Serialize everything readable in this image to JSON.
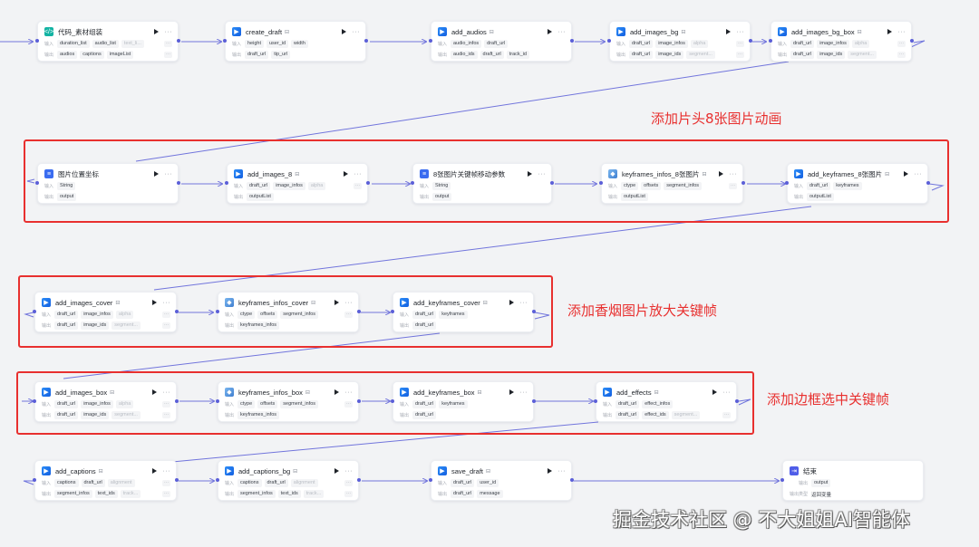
{
  "labels": {
    "input": "输入",
    "output": "输出",
    "output_type": "输出类型"
  },
  "nodes": {
    "n1": {
      "title": "代码_素材组装",
      "icon": "code-icon",
      "inputs": [
        "duration_list",
        "audio_list",
        "text_li..."
      ],
      "outputs": [
        "audios",
        "captions",
        "imageList"
      ]
    },
    "n2": {
      "title": "create_draft",
      "icon": "plugin-icon",
      "inputs": [
        "height",
        "user_id",
        "width"
      ],
      "outputs": [
        "draft_url",
        "tip_url"
      ]
    },
    "n3": {
      "title": "add_audios",
      "icon": "plugin-icon",
      "inputs": [
        "audio_infos",
        "draft_url"
      ],
      "outputs": [
        "audio_ids",
        "draft_url",
        "track_id"
      ]
    },
    "n4": {
      "title": "add_images_bg",
      "icon": "plugin-icon",
      "inputs": [
        "draft_url",
        "image_infos",
        "alpha"
      ],
      "outputs": [
        "draft_url",
        "image_ids",
        "segment..."
      ]
    },
    "n5": {
      "title": "add_images_bg_box",
      "icon": "plugin-icon",
      "inputs": [
        "draft_url",
        "image_infos",
        "alpha"
      ],
      "outputs": [
        "draft_url",
        "image_ids",
        "segment..."
      ]
    },
    "n6": {
      "title": "图片位置坐标",
      "icon": "text-icon",
      "inputs": [
        "String"
      ],
      "outputs": [
        "output"
      ]
    },
    "n7": {
      "title": "add_images_8",
      "icon": "plugin-icon",
      "inputs": [
        "draft_url",
        "image_infos",
        "alpha"
      ],
      "outputs": [
        "outputList"
      ]
    },
    "n8": {
      "title": "8张图片关键帧移动参数",
      "icon": "text-icon",
      "inputs": [
        "String"
      ],
      "outputs": [
        "output"
      ]
    },
    "n9": {
      "title": "keyframes_infos_8张图片",
      "icon": "keyframe-icon",
      "inputs": [
        "ctype",
        "offsets",
        "segment_infos"
      ],
      "outputs": [
        "outputList"
      ]
    },
    "n10": {
      "title": "add_keyframes_8张图片",
      "icon": "plugin-icon",
      "inputs": [
        "draft_url",
        "keyframes"
      ],
      "outputs": [
        "outputList"
      ]
    },
    "n11": {
      "title": "add_images_cover",
      "icon": "plugin-icon",
      "inputs": [
        "draft_url",
        "image_infos",
        "alpha"
      ],
      "outputs": [
        "draft_url",
        "image_ids",
        "segment..."
      ]
    },
    "n12": {
      "title": "keyframes_infos_cover",
      "icon": "keyframe-icon",
      "inputs": [
        "ctype",
        "offsets",
        "segment_infos"
      ],
      "outputs": [
        "keyframes_infos"
      ]
    },
    "n13": {
      "title": "add_keyframes_cover",
      "icon": "plugin-icon",
      "inputs": [
        "draft_url",
        "keyframes"
      ],
      "outputs": [
        "draft_url"
      ]
    },
    "n14": {
      "title": "add_images_box",
      "icon": "plugin-icon",
      "inputs": [
        "draft_url",
        "image_infos",
        "alpha"
      ],
      "outputs": [
        "draft_url",
        "image_ids",
        "segment..."
      ]
    },
    "n15": {
      "title": "keyframes_infos_box",
      "icon": "keyframe-icon",
      "inputs": [
        "ctype",
        "offsets",
        "segment_infos"
      ],
      "outputs": [
        "keyframes_infos"
      ]
    },
    "n16": {
      "title": "add_keyframes_box",
      "icon": "plugin-icon",
      "inputs": [
        "draft_url",
        "keyframes"
      ],
      "outputs": [
        "draft_url"
      ]
    },
    "n17": {
      "title": "add_effects",
      "icon": "plugin-icon",
      "inputs": [
        "draft_url",
        "effect_infos"
      ],
      "outputs": [
        "draft_url",
        "effect_ids",
        "segment..."
      ]
    },
    "n18": {
      "title": "add_captions",
      "icon": "plugin-icon",
      "inputs": [
        "captions",
        "draft_url",
        "alignment"
      ],
      "outputs": [
        "segment_infos",
        "text_ids",
        "track..."
      ]
    },
    "n19": {
      "title": "add_captions_bg",
      "icon": "plugin-icon",
      "inputs": [
        "captions",
        "draft_url",
        "alignment"
      ],
      "outputs": [
        "segment_infos",
        "text_ids",
        "track..."
      ]
    },
    "n20": {
      "title": "save_draft",
      "icon": "plugin-icon",
      "inputs": [
        "draft_url",
        "user_id"
      ],
      "outputs": [
        "draft_url",
        "message"
      ]
    },
    "n21": {
      "title": "结束",
      "icon": "end-icon",
      "outputs": [
        "output"
      ],
      "output_type_value": "返回变量"
    }
  },
  "annotations": {
    "group1": "添加片头8张图片动画",
    "group2": "添加香烟图片放大关键帧",
    "group3": "添加边框选中关键帧"
  },
  "watermark": "掘金技术社区 @ 不大姐姐AI智能体",
  "colors": {
    "edge": "#5b5fd8",
    "annotation": "#e8302f",
    "background": "#f2f3f5"
  }
}
